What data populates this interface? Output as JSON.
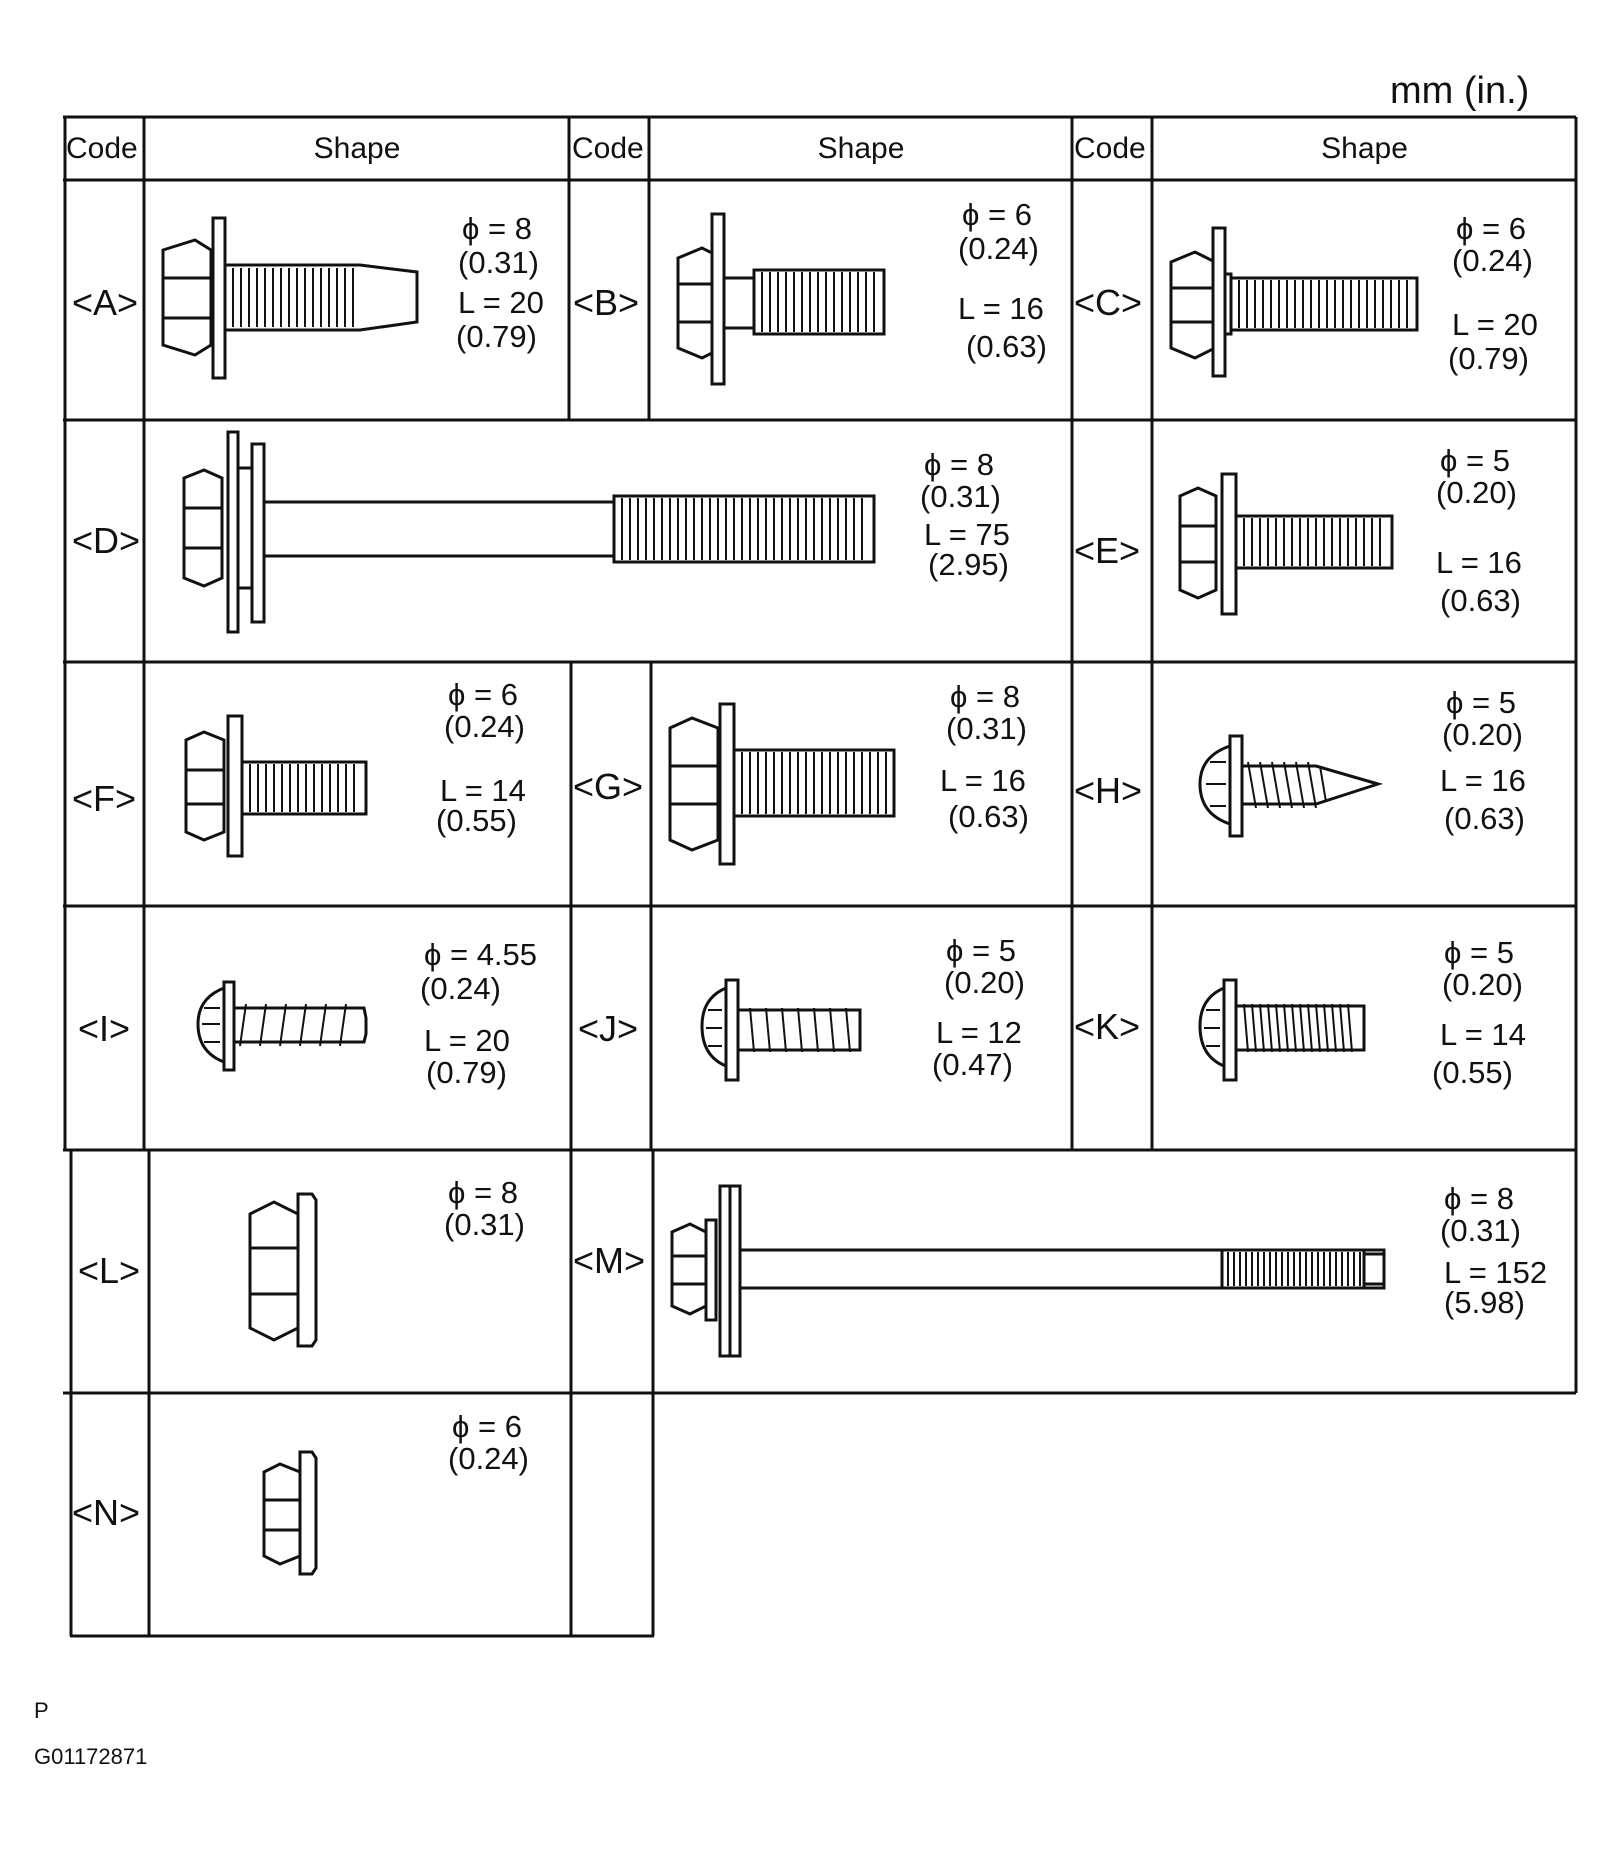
{
  "units_label": "mm (in.)",
  "headers": {
    "code": "Code",
    "shape": "Shape"
  },
  "fasteners": [
    {
      "code": "<A>",
      "dia": "ϕ = 8",
      "dia_in": "(0.31)",
      "len": "L = 20",
      "len_in": "(0.79)"
    },
    {
      "code": "<B>",
      "dia": "ϕ = 6",
      "dia_in": "(0.24)",
      "len": "L = 16",
      "len_in": "(0.63)"
    },
    {
      "code": "<C>",
      "dia": "ϕ = 6",
      "dia_in": "(0.24)",
      "len": "L = 20",
      "len_in": "(0.79)"
    },
    {
      "code": "<D>",
      "dia": "ϕ = 8",
      "dia_in": "(0.31)",
      "len": "L = 75",
      "len_in": "(2.95)"
    },
    {
      "code": "<E>",
      "dia": "ϕ = 5",
      "dia_in": "(0.20)",
      "len": "L = 16",
      "len_in": "(0.63)"
    },
    {
      "code": "<F>",
      "dia": "ϕ = 6",
      "dia_in": "(0.24)",
      "len": "L = 14",
      "len_in": "(0.55)"
    },
    {
      "code": "<G>",
      "dia": "ϕ = 8",
      "dia_in": "(0.31)",
      "len": "L = 16",
      "len_in": "(0.63)"
    },
    {
      "code": "<H>",
      "dia": "ϕ = 5",
      "dia_in": "(0.20)",
      "len": "L = 16",
      "len_in": "(0.63)"
    },
    {
      "code": "<I>",
      "dia": "ϕ = 4.55",
      "dia_in": "(0.24)",
      "len": "L = 20",
      "len_in": "(0.79)"
    },
    {
      "code": "<J>",
      "dia": "ϕ = 5",
      "dia_in": "(0.20)",
      "len": "L = 12",
      "len_in": "(0.47)"
    },
    {
      "code": "<K>",
      "dia": "ϕ = 5",
      "dia_in": "(0.20)",
      "len": "L = 14",
      "len_in": "(0.55)"
    },
    {
      "code": "<L>",
      "dia": "ϕ = 8",
      "dia_in": "(0.31)"
    },
    {
      "code": "<M>",
      "dia": "ϕ = 8",
      "dia_in": "(0.31)",
      "len": "L = 152",
      "len_in": "(5.98)"
    },
    {
      "code": "<N>",
      "dia": "ϕ = 6",
      "dia_in": "(0.24)"
    }
  ],
  "footer": {
    "mark": "P",
    "figure_id": "G01172871"
  }
}
